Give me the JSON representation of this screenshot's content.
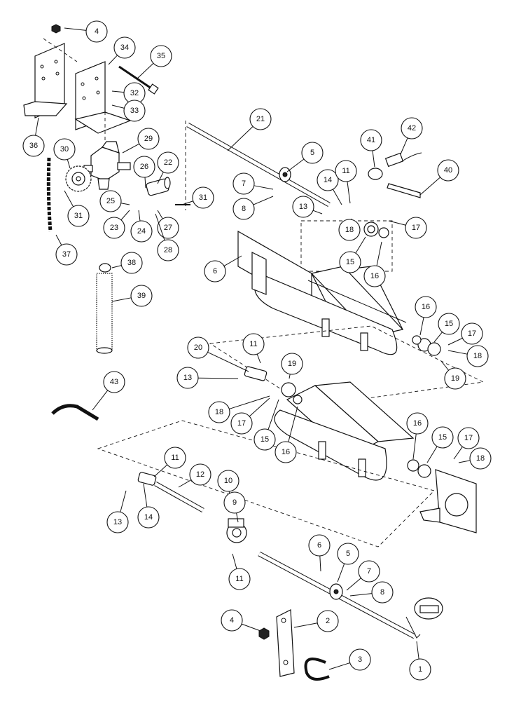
{
  "callouts": [
    "4",
    "34",
    "35",
    "32",
    "33",
    "36",
    "30",
    "29",
    "22",
    "26",
    "31",
    "31",
    "25",
    "23",
    "24",
    "27",
    "28",
    "37",
    "38",
    "39",
    "21",
    "5",
    "7",
    "8",
    "14",
    "11",
    "41",
    "42",
    "40",
    "13",
    "18",
    "17",
    "15",
    "16",
    "6",
    "16",
    "15",
    "17",
    "18",
    "19",
    "20",
    "11",
    "19",
    "13",
    "18",
    "17",
    "15",
    "16",
    "43",
    "16",
    "15",
    "17",
    "18",
    "11",
    "12",
    "10",
    "9",
    "13",
    "14",
    "11",
    "6",
    "5",
    "7",
    "8",
    "4",
    "2",
    "3",
    "1"
  ]
}
